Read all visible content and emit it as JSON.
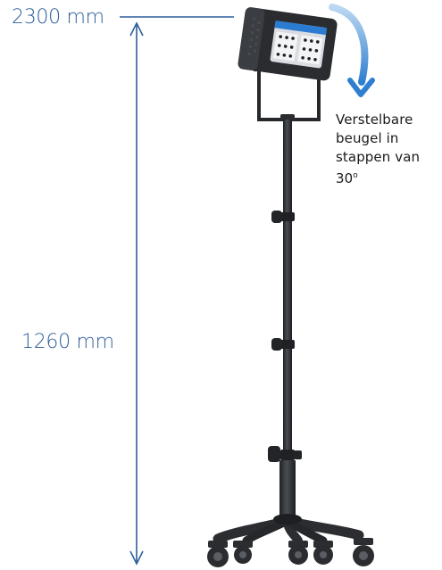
{
  "colors": {
    "dimension": "#2d5f9a",
    "rotation_arrow": "#2f7fd0",
    "lamp_body": "#2a2c30",
    "text": "#1a1a1a"
  },
  "dimensions": {
    "top_height": "2300 mm",
    "min_height": "1260 mm"
  },
  "annotation": {
    "line1": "Verstelbare",
    "line2": "beugel in",
    "line3": "stappen van",
    "line4": "30",
    "degree_mark": "o"
  }
}
